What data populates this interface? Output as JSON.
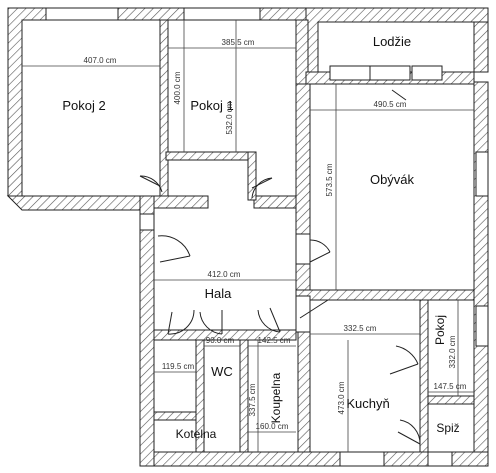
{
  "rooms": {
    "pokoj2": "Pokoj 2",
    "pokoj1": "Pokoj 1",
    "lodzie": "Lodžie",
    "obyvak": "Obývák",
    "hala": "Hala",
    "wc": "WC",
    "koupelna": "Koupelna",
    "kotelna": "Kotelna",
    "kuchyn": "Kuchyň",
    "pokoj_small": "Pokoj",
    "spiz": "Spiž"
  },
  "dimensions": {
    "d407": "407.0 cm",
    "d385": "385.5 cm",
    "d400": "400.0 cm",
    "d532": "532.0 cm",
    "d490": "490.5 cm",
    "d573": "573.5 cm",
    "d412": "412.0 cm",
    "d332": "332.5 cm",
    "d332v": "332.0 cm",
    "d90": "90.0 cm",
    "d142": "142.5 cm",
    "d119": "119.5 cm",
    "d147": "147.5 cm",
    "d473": "473.0 cm",
    "d337": "337.5 cm",
    "d160": "160.0 cm"
  }
}
